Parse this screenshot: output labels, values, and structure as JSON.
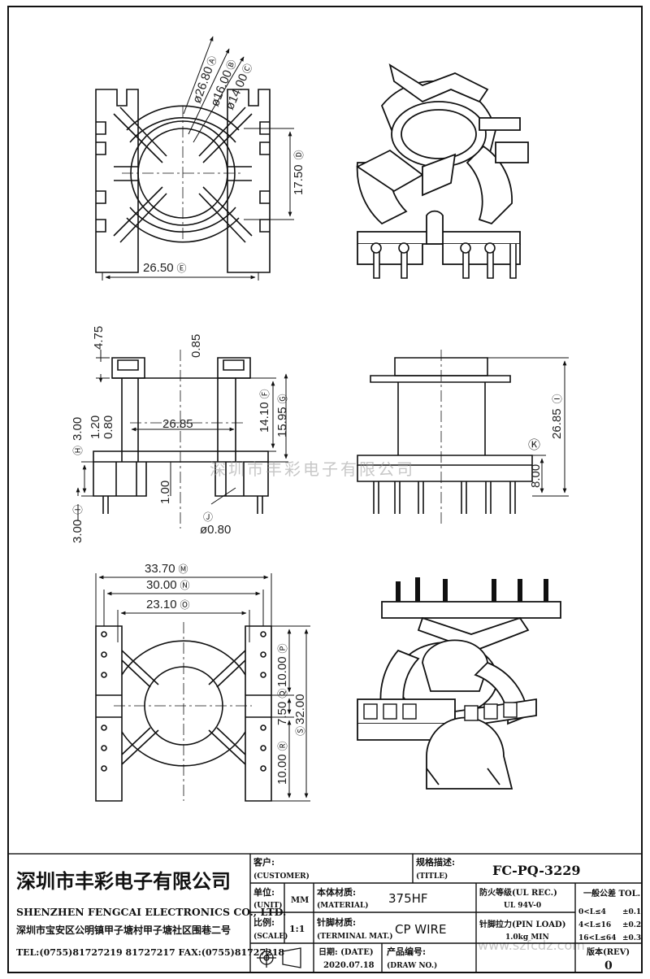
{
  "dimensions": {
    "top_view": {
      "a": {
        "value": "ø26.80",
        "ref": "Ⓐ"
      },
      "b": {
        "value": "ø16.00",
        "ref": "Ⓑ"
      },
      "c": {
        "value": "ø14.00",
        "ref": "Ⓒ"
      },
      "d": {
        "value": "17.50",
        "ref": "Ⓓ"
      },
      "e": {
        "value": "26.50",
        "ref": "Ⓔ"
      }
    },
    "side_view": {
      "top_h": "4.75",
      "wall": "0.85",
      "f": {
        "value": "14.10",
        "ref": "Ⓕ"
      },
      "g": {
        "value": "15.95",
        "ref": "Ⓖ"
      },
      "width": "26.85",
      "h": {
        "value": "3.00",
        "ref": "Ⓗ"
      },
      "h1": "1.20",
      "h2": "0.80",
      "i": {
        "value": "3.00",
        "ref": "Ⓘ"
      },
      "pin_gap": "1.00",
      "j": {
        "value": "ø0.80",
        "ref": "Ⓙ"
      }
    },
    "front_view": {
      "height": {
        "value": "26.85",
        "ref": "Ⓘ"
      },
      "k": {
        "ref": "Ⓚ"
      },
      "base": "8.00"
    },
    "bottom_view": {
      "m": {
        "value": "33.70",
        "ref": "Ⓜ"
      },
      "n": {
        "value": "30.00",
        "ref": "Ⓝ"
      },
      "o": {
        "value": "23.10",
        "ref": "Ⓞ"
      },
      "p": {
        "value": "10.00",
        "ref": "Ⓟ"
      },
      "q": {
        "value": "7.50",
        "ref": "Ⓠ"
      },
      "r": {
        "value": "10.00",
        "ref": "Ⓡ"
      },
      "s": {
        "value": "32.00",
        "ref": "Ⓢ"
      }
    }
  },
  "watermark": {
    "center": "深圳市丰彩电子有限公司",
    "corner": "www.szfcdz.com"
  },
  "title_block": {
    "company_cn": "深圳市丰彩电子有限公司",
    "company_en": "SHENZHEN FENGCAI ELECTRONICS CO., LTD.",
    "address": "深圳市宝安区公明镇甲子塘村甲子塘社区围巷二号",
    "tel": "TEL:(0755)81727219  81727217   FAX:(0755)81727218",
    "customer_label": "客户:",
    "customer_label_en": "(CUSTOMER)",
    "spec_label": "规格描述:",
    "spec_label_en": "(TITLE)",
    "spec_value": "FC-PQ-3229",
    "unit_label": "单位:",
    "unit_label_en": "(UNIT)",
    "unit_value": "MM",
    "material_label": "本体材质:",
    "material_label_en": "(MATERIAL)",
    "material_value": "375HF",
    "flame_label": "防火等级(UL REC.)",
    "flame_value": "UL 94V-0",
    "tol_label": "一般公差 TOL.",
    "tol_rows": [
      {
        "range": "0<L≤4",
        "value": "±0.1"
      },
      {
        "range": "4<L≤16",
        "value": "±0.2"
      },
      {
        "range": "16<L≤64",
        "value": "±0.3"
      }
    ],
    "scale_label": "比例:",
    "scale_label_en": "(SCALE)",
    "scale_value": "1:1",
    "terminal_label": "针脚材质:",
    "terminal_label_en": "(TERMINAL MAT.)",
    "terminal_value": "CP WIRE",
    "pinload_label": "针脚拉力(PIN LOAD)",
    "pinload_value": "1.0kg MIN",
    "date_label": "日期: (DATE)",
    "date_value": "2020.07.18",
    "drawno_label": "产品编号:",
    "drawno_label_en": "(DRAW NO.)",
    "rev_label": "版本(REV)",
    "rev_value": "0"
  }
}
